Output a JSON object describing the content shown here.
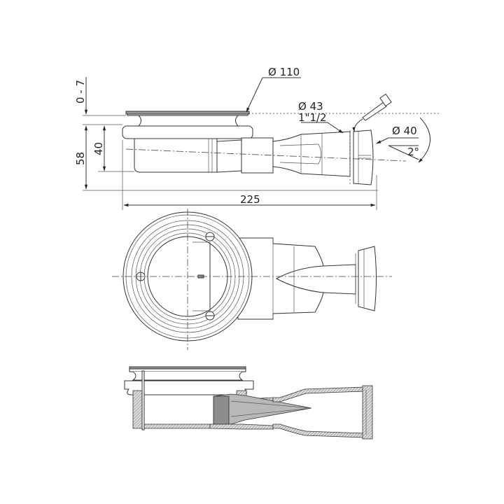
{
  "diagram": {
    "subject": "Shower drain technical drawing",
    "views": [
      "side-elevation",
      "top-plan",
      "cross-section"
    ],
    "dimensions": {
      "grate_diameter": "Ø 110",
      "height_adjust": "0 - 7",
      "total_height": "58",
      "body_height": "40",
      "total_length": "225",
      "outlet_diameter_metric": "Ø 43",
      "outlet_diameter_imperial": "1\"1/2",
      "connection_diameter": "Ø 40",
      "slope_angle": "2°"
    },
    "colors": {
      "line": "#333333",
      "background": "#ffffff",
      "section_fill": "#9a9a9a",
      "light_fill": "#e8e8e8"
    }
  }
}
